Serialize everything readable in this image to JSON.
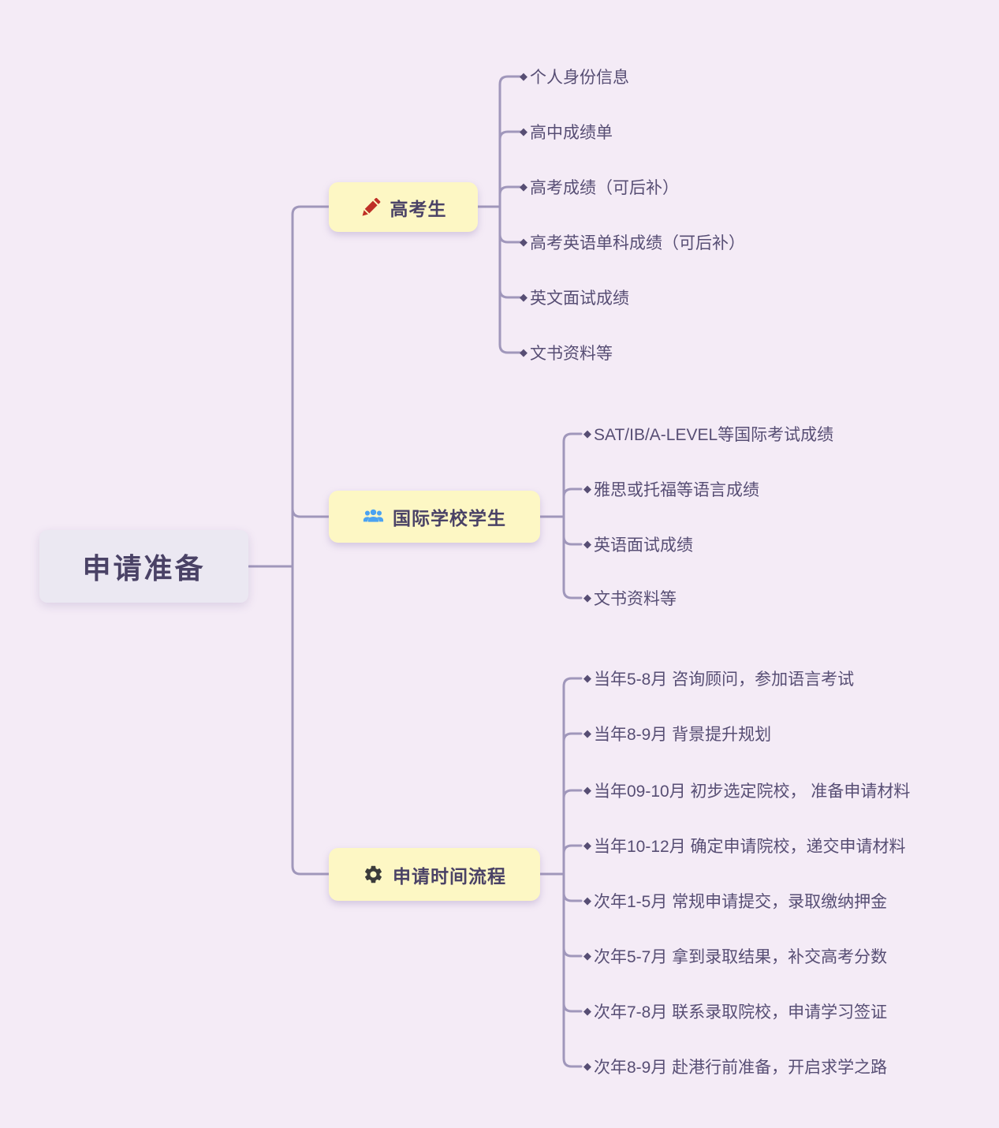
{
  "page": {
    "bullet": "◆",
    "colors": {
      "background": "#f4ebf6",
      "connector_line": "#a097bb",
      "root_node_bg": "#ebe8f2",
      "branch_node_bg": "#fdf7c4",
      "node_text": "#4a4266",
      "leaf_text": "#574e74",
      "pencil_icon": "#bf2f26",
      "users_icon": "#4ba2f1",
      "gear_icon": "#3b3b3b"
    }
  },
  "root": {
    "label": "申请准备"
  },
  "branches": [
    {
      "label": "高考生",
      "icon": "pencil-icon",
      "leaves": [
        "个人身份信息",
        "高中成绩单",
        "高考成绩（可后补）",
        "高考英语单科成绩（可后补）",
        "英文面试成绩",
        "文书资料等"
      ]
    },
    {
      "label": "国际学校学生",
      "icon": "users-icon",
      "leaves": [
        "SAT/IB/A-LEVEL等国际考试成绩",
        "雅思或托福等语言成绩",
        "英语面试成绩",
        "文书资料等"
      ]
    },
    {
      "label": "申请时间流程",
      "icon": "gear-icon",
      "leaves": [
        "当年5-8月 咨询顾问，参加语言考试",
        "当年8-9月 背景提升规划",
        "当年09-10月 初步选定院校， 准备申请材料",
        "当年10-12月 确定申请院校，递交申请材料",
        "次年1-5月 常规申请提交，录取缴纳押金",
        "次年5-7月 拿到录取结果，补交高考分数",
        "次年7-8月 联系录取院校，申请学习签证",
        "次年8-9月 赴港行前准备，开启求学之路"
      ]
    }
  ]
}
